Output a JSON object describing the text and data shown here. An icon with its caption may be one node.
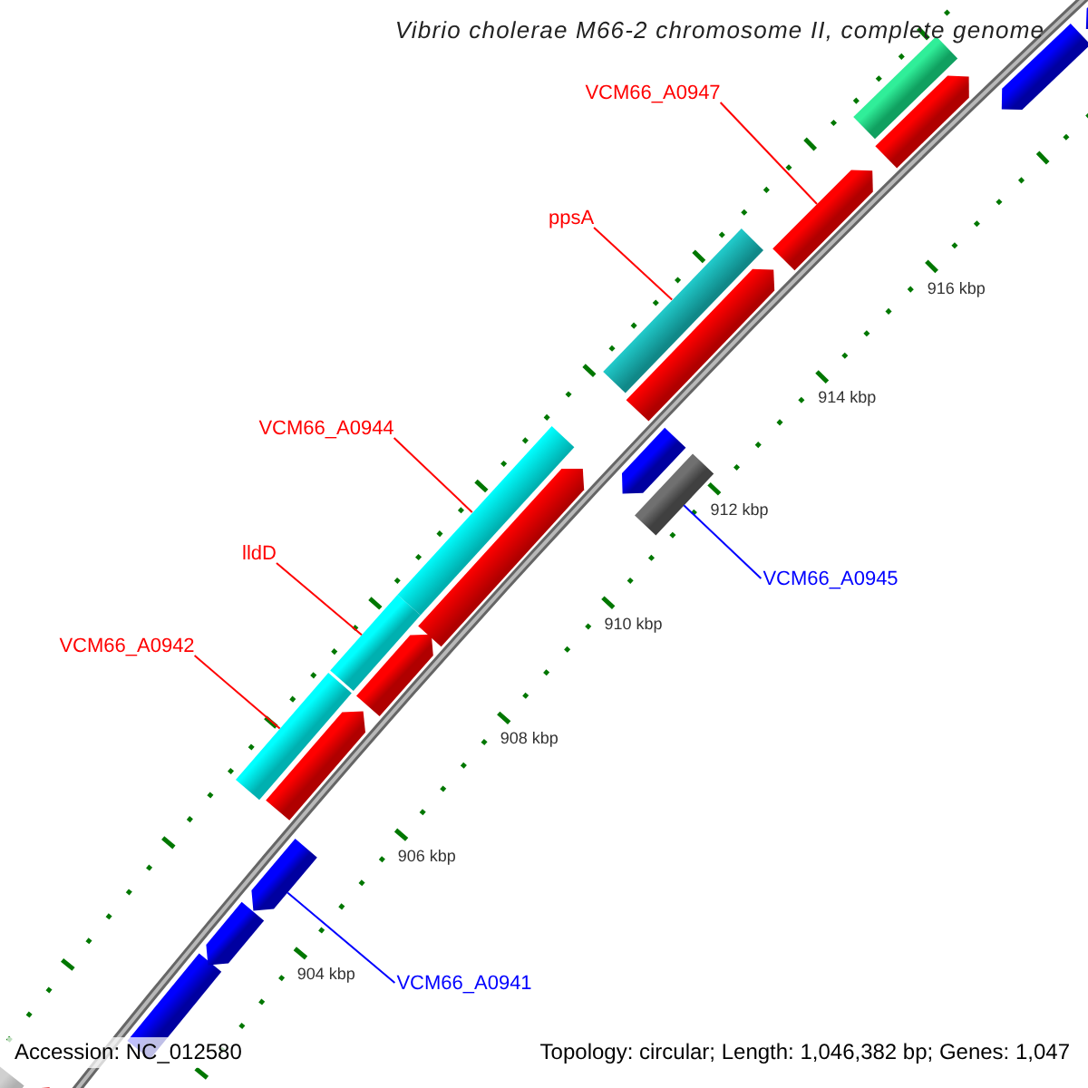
{
  "diagram": {
    "title": "Vibrio cholerae M66-2 chromosome II, complete genome",
    "nodes": [
      {
        "text": [
          "VCM66_A0947"
        ]
      },
      {
        "text": [
          "ppsA"
        ]
      },
      {
        "text": [
          "VCM66_A0944"
        ]
      },
      {
        "text": [
          "lldD"
        ]
      },
      {
        "text": [
          "VCM66_A0945"
        ]
      },
      {
        "text": [
          "VCM66_A0942"
        ]
      },
      {
        "text": [
          "VCM66_A0941"
        ]
      },
      {
        "text": [],
        "shape": "bar"
      },
      {
        "text": [],
        "shape": "arrow"
      },
      {
        "text": [],
        "shape": "bar"
      },
      {
        "text": [],
        "shape": "arrow"
      },
      {
        "text": [],
        "shape": "arrow"
      },
      {
        "text": [],
        "shape": "bar"
      },
      {
        "text": [],
        "shape": "arrow"
      },
      {
        "text": [],
        "shape": "bar"
      },
      {
        "text": [],
        "shape": "arrow"
      },
      {
        "text": [],
        "shape": "bar"
      },
      {
        "text": [],
        "shape": "arrow"
      },
      {
        "text": [],
        "shape": "bar"
      },
      {
        "text": [],
        "shape": "arrow"
      },
      {
        "text": [],
        "shape": "arrow"
      },
      {
        "text": [],
        "shape": "bar"
      },
      {
        "text": [],
        "shape": "arrow"
      },
      {
        "text": [],
        "shape": "bar"
      },
      {
        "text": [],
        "shape": "arrow"
      },
      {
        "text": [],
        "shape": "arrow"
      },
      {
        "text": [],
        "shape": "arrow"
      }
    ],
    "edges": [
      {
        "from": 0,
        "to": 22,
        "arrow": "none"
      },
      {
        "from": 1,
        "to": 18,
        "arrow": "none"
      },
      {
        "from": 2,
        "to": 16,
        "arrow": "none"
      },
      {
        "from": 3,
        "to": 14,
        "arrow": "none"
      },
      {
        "from": 4,
        "to": 21,
        "arrow": "none",
        "color": "#0000ff"
      },
      {
        "from": 5,
        "to": 12,
        "arrow": "none"
      },
      {
        "from": 6,
        "to": 11,
        "arrow": "none",
        "color": "#0000ff"
      }
    ],
    "labels": [
      "904 kbp",
      "906 kbp",
      "908 kbp",
      "910 kbp",
      "912 kbp",
      "914 kbp",
      "916 kbp",
      "Accession: NC_012580",
      "Topology: circular; Length: 1,046,382 bp; Genes: 1,047"
    ]
  }
}
